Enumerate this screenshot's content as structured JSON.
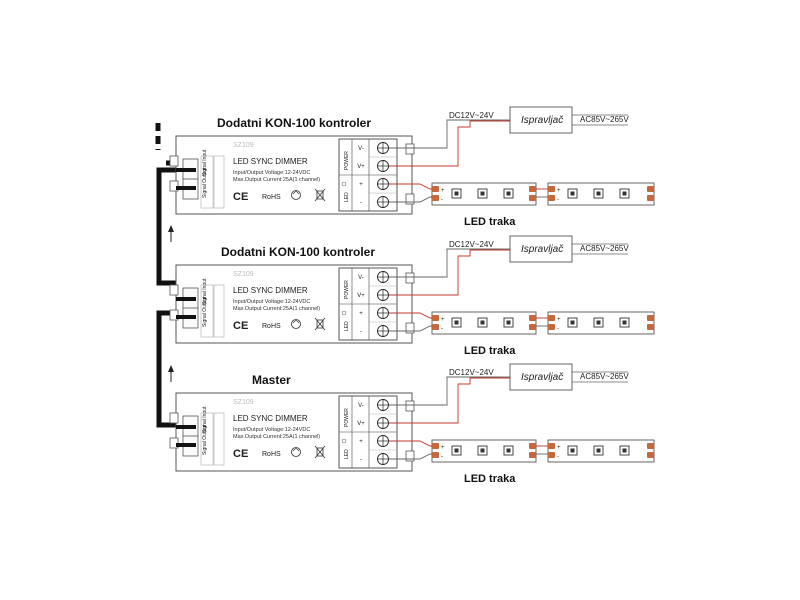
{
  "diagram": {
    "controllers": [
      {
        "title": "Dodatni KON-100 kontroler",
        "model": "SZ109",
        "name": "LED SYNC DIMMER",
        "spec_voltage": "Input/Output Voltage:12-24VDC",
        "spec_current": "Max.Output Current:25A(1 channel)",
        "ce": "CE",
        "rohs": "RoHS",
        "power_label": "POWER",
        "led_label": "LED",
        "terminals": [
          "V-",
          "V+",
          "+",
          "-"
        ],
        "signal_labels": [
          "Signal Input",
          "Signal Output"
        ],
        "led_strip_label": "LED traka",
        "dc_label": "DC12V~24V",
        "rectifier_label": "Ispravljač",
        "ac_label": "AC85V~265V"
      },
      {
        "title": "Dodatni KON-100 kontroler",
        "model": "SZ109",
        "name": "LED SYNC DIMMER",
        "spec_voltage": "Input/Output Voltage:12-24VDC",
        "spec_current": "Max.Output Current:25A(1 channel)",
        "ce": "CE",
        "rohs": "RoHS",
        "power_label": "POWER",
        "led_label": "LED",
        "terminals": [
          "V-",
          "V+",
          "+",
          "-"
        ],
        "signal_labels": [
          "Signal Input",
          "Signal Output"
        ],
        "led_strip_label": "LED traka",
        "dc_label": "DC12V~24V",
        "rectifier_label": "Ispravljač",
        "ac_label": "AC85V~265V"
      },
      {
        "title": "Master",
        "model": "SZ109",
        "name": "LED SYNC DIMMER",
        "spec_voltage": "Input/Output Voltage:12-24VDC",
        "spec_current": "Max.Output Current:25A(1 channel)",
        "ce": "CE",
        "rohs": "RoHS",
        "power_label": "POWER",
        "led_label": "LED",
        "terminals": [
          "V-",
          "V+",
          "+",
          "-"
        ],
        "signal_labels": [
          "Signal Input",
          "Signal Output"
        ],
        "led_strip_label": "LED traka",
        "dc_label": "DC12V~24V",
        "rectifier_label": "Ispravljač",
        "ac_label": "AC85V~265V"
      }
    ],
    "strip_polarity": [
      "+",
      "-"
    ],
    "colors": {
      "wire_red": "#c0392b",
      "wire_gray": "#666666",
      "bus": "#111111",
      "pad": "#c8683a",
      "border": "#555555"
    }
  }
}
